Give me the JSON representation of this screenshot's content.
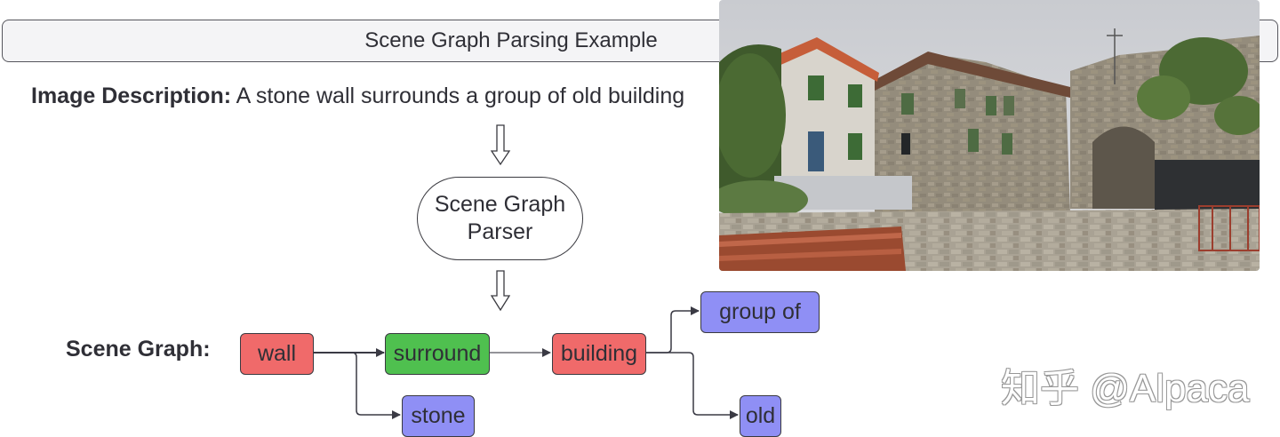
{
  "title": "Scene Graph Parsing Example",
  "description": {
    "label": "Image Description:",
    "text": "A stone wall surrounds a group of old building"
  },
  "parser": {
    "line1": "Scene Graph",
    "line2": "Parser"
  },
  "scene_graph": {
    "label": "Scene Graph:",
    "nodes": {
      "wall": "wall",
      "surround": "surround",
      "building": "building",
      "group_of": "group of",
      "stone": "stone",
      "old": "old"
    }
  },
  "watermark": "知乎 @Alpaca",
  "colors": {
    "object": "#f06a6a",
    "relation": "#4fc04f",
    "attribute": "#8f8ff5"
  }
}
